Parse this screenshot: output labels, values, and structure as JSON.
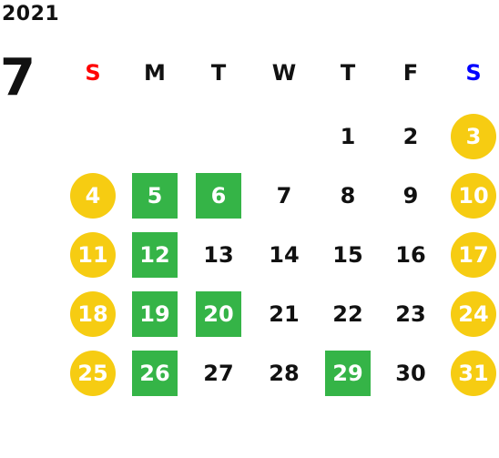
{
  "calendar": {
    "year": "2021",
    "month": "7",
    "colors": {
      "sunday": "#ff0000",
      "saturday": "#0000ff",
      "weekday": "#111111",
      "holiday_circle": "#f6cc12",
      "highlight_square": "#35b447"
    },
    "weekdays": [
      {
        "label": "S",
        "kind": "sunday"
      },
      {
        "label": "M",
        "kind": "weekday"
      },
      {
        "label": "T",
        "kind": "weekday"
      },
      {
        "label": "W",
        "kind": "weekday"
      },
      {
        "label": "T",
        "kind": "weekday"
      },
      {
        "label": "F",
        "kind": "weekday"
      },
      {
        "label": "S",
        "kind": "saturday"
      }
    ],
    "weeks": [
      [
        null,
        null,
        null,
        null,
        {
          "day": "1",
          "style": "plain"
        },
        {
          "day": "2",
          "style": "plain"
        },
        {
          "day": "3",
          "style": "circle"
        }
      ],
      [
        {
          "day": "4",
          "style": "circle"
        },
        {
          "day": "5",
          "style": "square"
        },
        {
          "day": "6",
          "style": "square"
        },
        {
          "day": "7",
          "style": "plain"
        },
        {
          "day": "8",
          "style": "plain"
        },
        {
          "day": "9",
          "style": "plain"
        },
        {
          "day": "10",
          "style": "circle"
        }
      ],
      [
        {
          "day": "11",
          "style": "circle"
        },
        {
          "day": "12",
          "style": "square"
        },
        {
          "day": "13",
          "style": "plain"
        },
        {
          "day": "14",
          "style": "plain"
        },
        {
          "day": "15",
          "style": "plain"
        },
        {
          "day": "16",
          "style": "plain"
        },
        {
          "day": "17",
          "style": "circle"
        }
      ],
      [
        {
          "day": "18",
          "style": "circle"
        },
        {
          "day": "19",
          "style": "square"
        },
        {
          "day": "20",
          "style": "square"
        },
        {
          "day": "21",
          "style": "plain"
        },
        {
          "day": "22",
          "style": "plain"
        },
        {
          "day": "23",
          "style": "plain"
        },
        {
          "day": "24",
          "style": "circle"
        }
      ],
      [
        {
          "day": "25",
          "style": "circle"
        },
        {
          "day": "26",
          "style": "square"
        },
        {
          "day": "27",
          "style": "plain"
        },
        {
          "day": "28",
          "style": "plain"
        },
        {
          "day": "29",
          "style": "square"
        },
        {
          "day": "30",
          "style": "plain"
        },
        {
          "day": "31",
          "style": "circle"
        }
      ]
    ]
  }
}
